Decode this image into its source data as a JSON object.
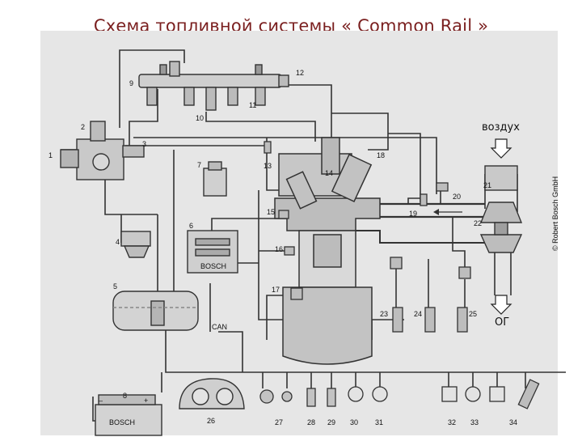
{
  "title": "Схема топливной системы « Common  Rail »",
  "annotations": {
    "air": "воздух",
    "exhaust": "ОГ",
    "can": "CAN",
    "battery_minus": "–",
    "battery_plus": "+",
    "battery_brand": "BOSCH",
    "ecu_brand": "BOSCH"
  },
  "side_text": "© Robert Bosch GmbH",
  "colors": {
    "title": "#7a1f1f",
    "paper": "#e6e6e6",
    "line": "#333333"
  },
  "callouts": [
    "1",
    "2",
    "3",
    "4",
    "5",
    "6",
    "7",
    "8",
    "9",
    "10",
    "11",
    "12",
    "13",
    "14",
    "15",
    "16",
    "17",
    "18",
    "19",
    "20",
    "21",
    "22",
    "23",
    "24",
    "25",
    "26",
    "27",
    "28",
    "29",
    "30",
    "31",
    "32",
    "33",
    "34"
  ]
}
